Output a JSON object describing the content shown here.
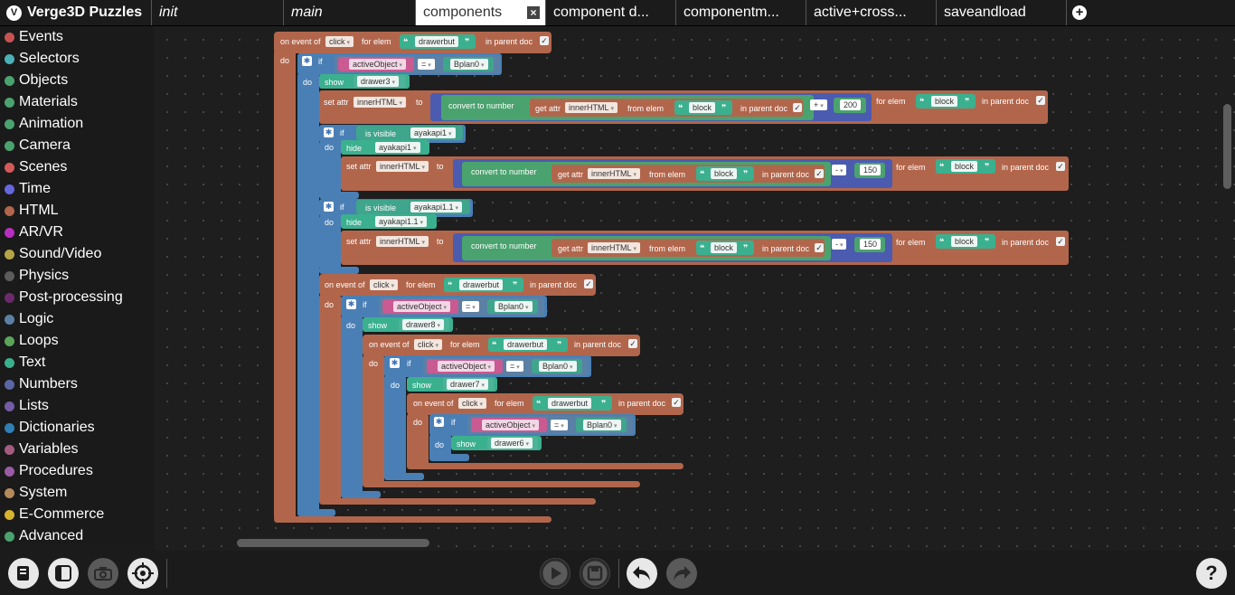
{
  "app": {
    "title": "Verge3D Puzzles"
  },
  "tabs": [
    {
      "label": "init"
    },
    {
      "label": "main"
    },
    {
      "label": "components"
    },
    {
      "label": "component d..."
    },
    {
      "label": "componentm..."
    },
    {
      "label": "active+cross..."
    },
    {
      "label": "saveandload"
    }
  ],
  "categories": [
    {
      "label": "Events",
      "color": "#c65353"
    },
    {
      "label": "Selectors",
      "color": "#4bb0b5"
    },
    {
      "label": "Objects",
      "color": "#4aa36e"
    },
    {
      "label": "Materials",
      "color": "#4aa36e"
    },
    {
      "label": "Animation",
      "color": "#4aa36e"
    },
    {
      "label": "Camera",
      "color": "#4aa36e"
    },
    {
      "label": "Scenes",
      "color": "#d45a5a"
    },
    {
      "label": "Time",
      "color": "#6666dd"
    },
    {
      "label": "HTML",
      "color": "#b1664c"
    },
    {
      "label": "AR/VR",
      "color": "#b82fc2"
    },
    {
      "label": "Sound/Video",
      "color": "#b5a347"
    },
    {
      "label": "Physics",
      "color": "#5c5c5c"
    },
    {
      "label": "Post-processing",
      "color": "#6b2a6b"
    },
    {
      "label": "Logic",
      "color": "#5b80a5"
    },
    {
      "label": "Loops",
      "color": "#5ba55b"
    },
    {
      "label": "Text",
      "color": "#3bb08f"
    },
    {
      "label": "Numbers",
      "color": "#5b67a5"
    },
    {
      "label": "Lists",
      "color": "#745ba5"
    },
    {
      "label": "Dictionaries",
      "color": "#2f7fb5"
    },
    {
      "label": "Variables",
      "color": "#a55b80"
    },
    {
      "label": "Procedures",
      "color": "#9a5ba5"
    },
    {
      "label": "System",
      "color": "#b58a5b"
    },
    {
      "label": "E-Commerce",
      "color": "#d6b42f"
    },
    {
      "label": "Advanced",
      "color": "#4aa36e"
    }
  ],
  "blocks": {
    "on_event_of": "on event of",
    "click": "click",
    "for_elem": "for elem",
    "in_parent_doc": "in parent doc",
    "do": "do",
    "if": "if",
    "show": "show",
    "hide": "hide",
    "set_attr": "set attr",
    "to": "to",
    "innerHTML": "innerHTML",
    "convert_to_number": "convert to number",
    "get_attr": "get attr",
    "from_elem": "from elem",
    "is_visible": "is visible",
    "activeObject": "activeObject",
    "eq": "=",
    "plus": "+",
    "minus": "-",
    "drawerbut": "drawerbut",
    "block": "block",
    "Bplan0": "Bplan0",
    "drawer3": "drawer3",
    "drawer8": "drawer8",
    "drawer7": "drawer7",
    "drawer6": "drawer6",
    "ayakapi1": "ayakapi1",
    "ayakapi1_1": "ayakapi1.1",
    "n200": "200",
    "n150": "150",
    "quote_open": "❝",
    "quote_close": "❞"
  },
  "icons": {
    "close_tab": "close-icon",
    "add_tab": "plus-icon",
    "settings": "gear-icon",
    "check": "checkbox-icon"
  }
}
